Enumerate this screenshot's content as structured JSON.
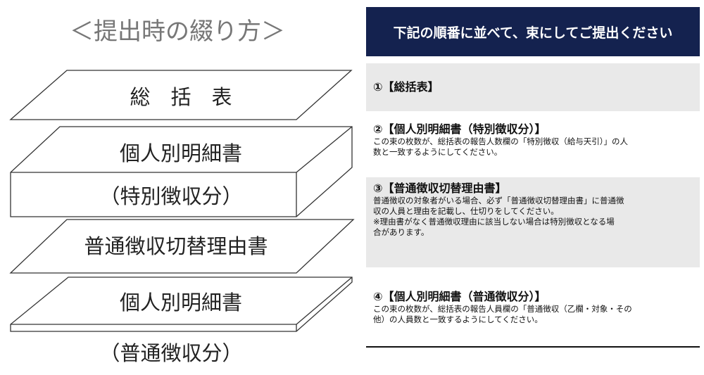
{
  "diagram": {
    "title": "＜提出時の綴り方＞",
    "layers": {
      "sokatsu": "総　括　表",
      "kojin_tokubetsu_top": "個人別明細書",
      "kojin_tokubetsu_bottom": "（特別徴収分）",
      "futsu_kirikae": "普通徴収切替理由書",
      "kojin_futsu_top": "個人別明細書",
      "kojin_futsu_bottom": "（普通徴収分）"
    }
  },
  "panel": {
    "header": "下記の順番に並べて、束にしてご提出ください",
    "steps": [
      {
        "title": "①【総括表】",
        "lines": []
      },
      {
        "title": "②【個人別明細書（特別徴収分）】",
        "lines": [
          "この束の枚数が、総括表の報告人数欄の「特別徴収（給与天引）」の人",
          "数と一致するようにしてください。"
        ]
      },
      {
        "title": "③【普通徴収切替理由書】",
        "lines": [
          "普通徴収の対象者がいる場合、必ず「普通徴収切替理由書」に普通徴",
          "収の人員と理由を記載し、仕切りをしてください。",
          "※理由書がなく普通徴収理由に該当しない場合は特別徴収となる場",
          "合があります。"
        ]
      },
      {
        "title": "④【個人別明細書（普通徴収分）】",
        "lines": [
          "この束の枚数が、総括表の報告人員欄の「普通徴収（乙欄・対象・その",
          "他）の人員数と一致するようにしてください。"
        ]
      }
    ]
  }
}
